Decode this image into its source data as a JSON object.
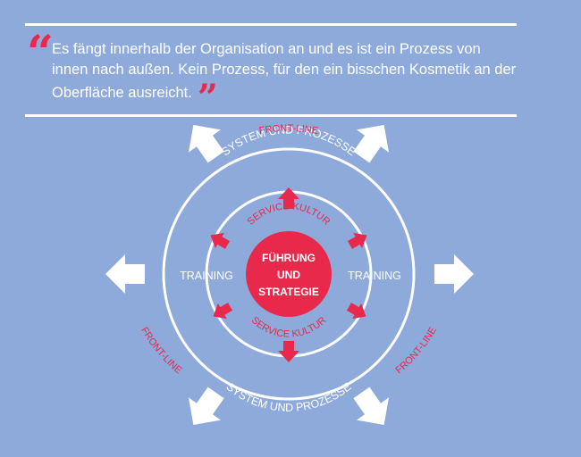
{
  "quote": {
    "open_mark": "“",
    "text": "Es fängt innerhalb der Organisation an und es ist ein Prozess von innen nach außen. Kein Prozess, für den ein bisschen Kosmetik an der Oberfläche ausreicht.",
    "close_mark": "”"
  },
  "diagram": {
    "outer_label": "FRONT-LINE",
    "outer_ring_label": "SYSTEM UND PROZESSE",
    "inner_ring_label": "SERVICE KULTUR",
    "side_label": "TRAINING",
    "core_lines": [
      "FÜHRUNG",
      "UND",
      "STRATEGIE"
    ]
  },
  "colors": {
    "background": "#8eaadb",
    "accent": "#e8294b",
    "white": "#ffffff"
  }
}
